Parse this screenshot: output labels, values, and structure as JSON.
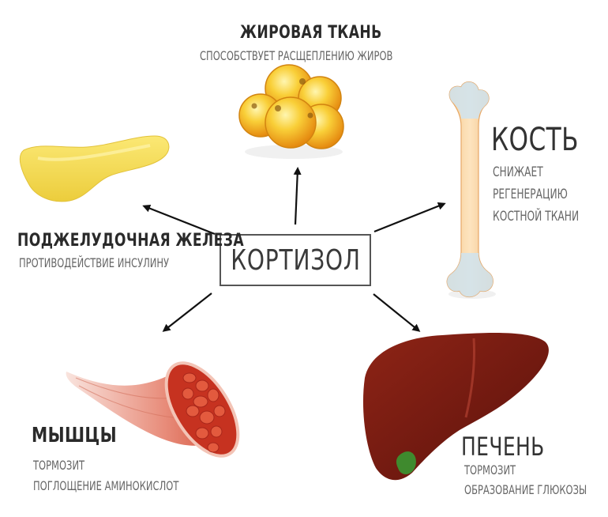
{
  "center": {
    "label": "КОРТИЗОЛ"
  },
  "nodes": {
    "fat": {
      "title": "ЖИРОВАЯ ТКАНЬ",
      "desc": [
        "СПОСОБСТВУЕТ РАСЩЕПЛЕНИЮ ЖИРОВ"
      ]
    },
    "bone": {
      "title": "КОСТЬ",
      "desc": [
        "СНИЖАЕТ",
        "РЕГЕНЕРАЦИЮ",
        "КОСТНОЙ ТКАНИ"
      ]
    },
    "pancreas": {
      "title": "ПОДЖЕЛУДОЧНАЯ ЖЕЛЕЗА",
      "desc": [
        "ПРОТИВОДЕЙСТВИЕ ИНСУЛИНУ"
      ]
    },
    "muscle": {
      "title": "МЫШЦЫ",
      "desc": [
        "ТОРМОЗИТ",
        "ПОГЛОЩЕНИЕ АМИНОКИСЛОТ"
      ]
    },
    "liver": {
      "title": "ПЕЧЕНЬ",
      "desc": [
        "ТОРМОЗИТ",
        "ОБРАЗОВАНИЕ ГЛЮКОЗЫ"
      ]
    }
  },
  "colors": {
    "fat": "#f5b820",
    "bone": "#fbd9a8",
    "pancreas": "#f5dd5a",
    "muscle": "#d9402a",
    "liver": "#7a1a12",
    "arrow": "#111111"
  }
}
